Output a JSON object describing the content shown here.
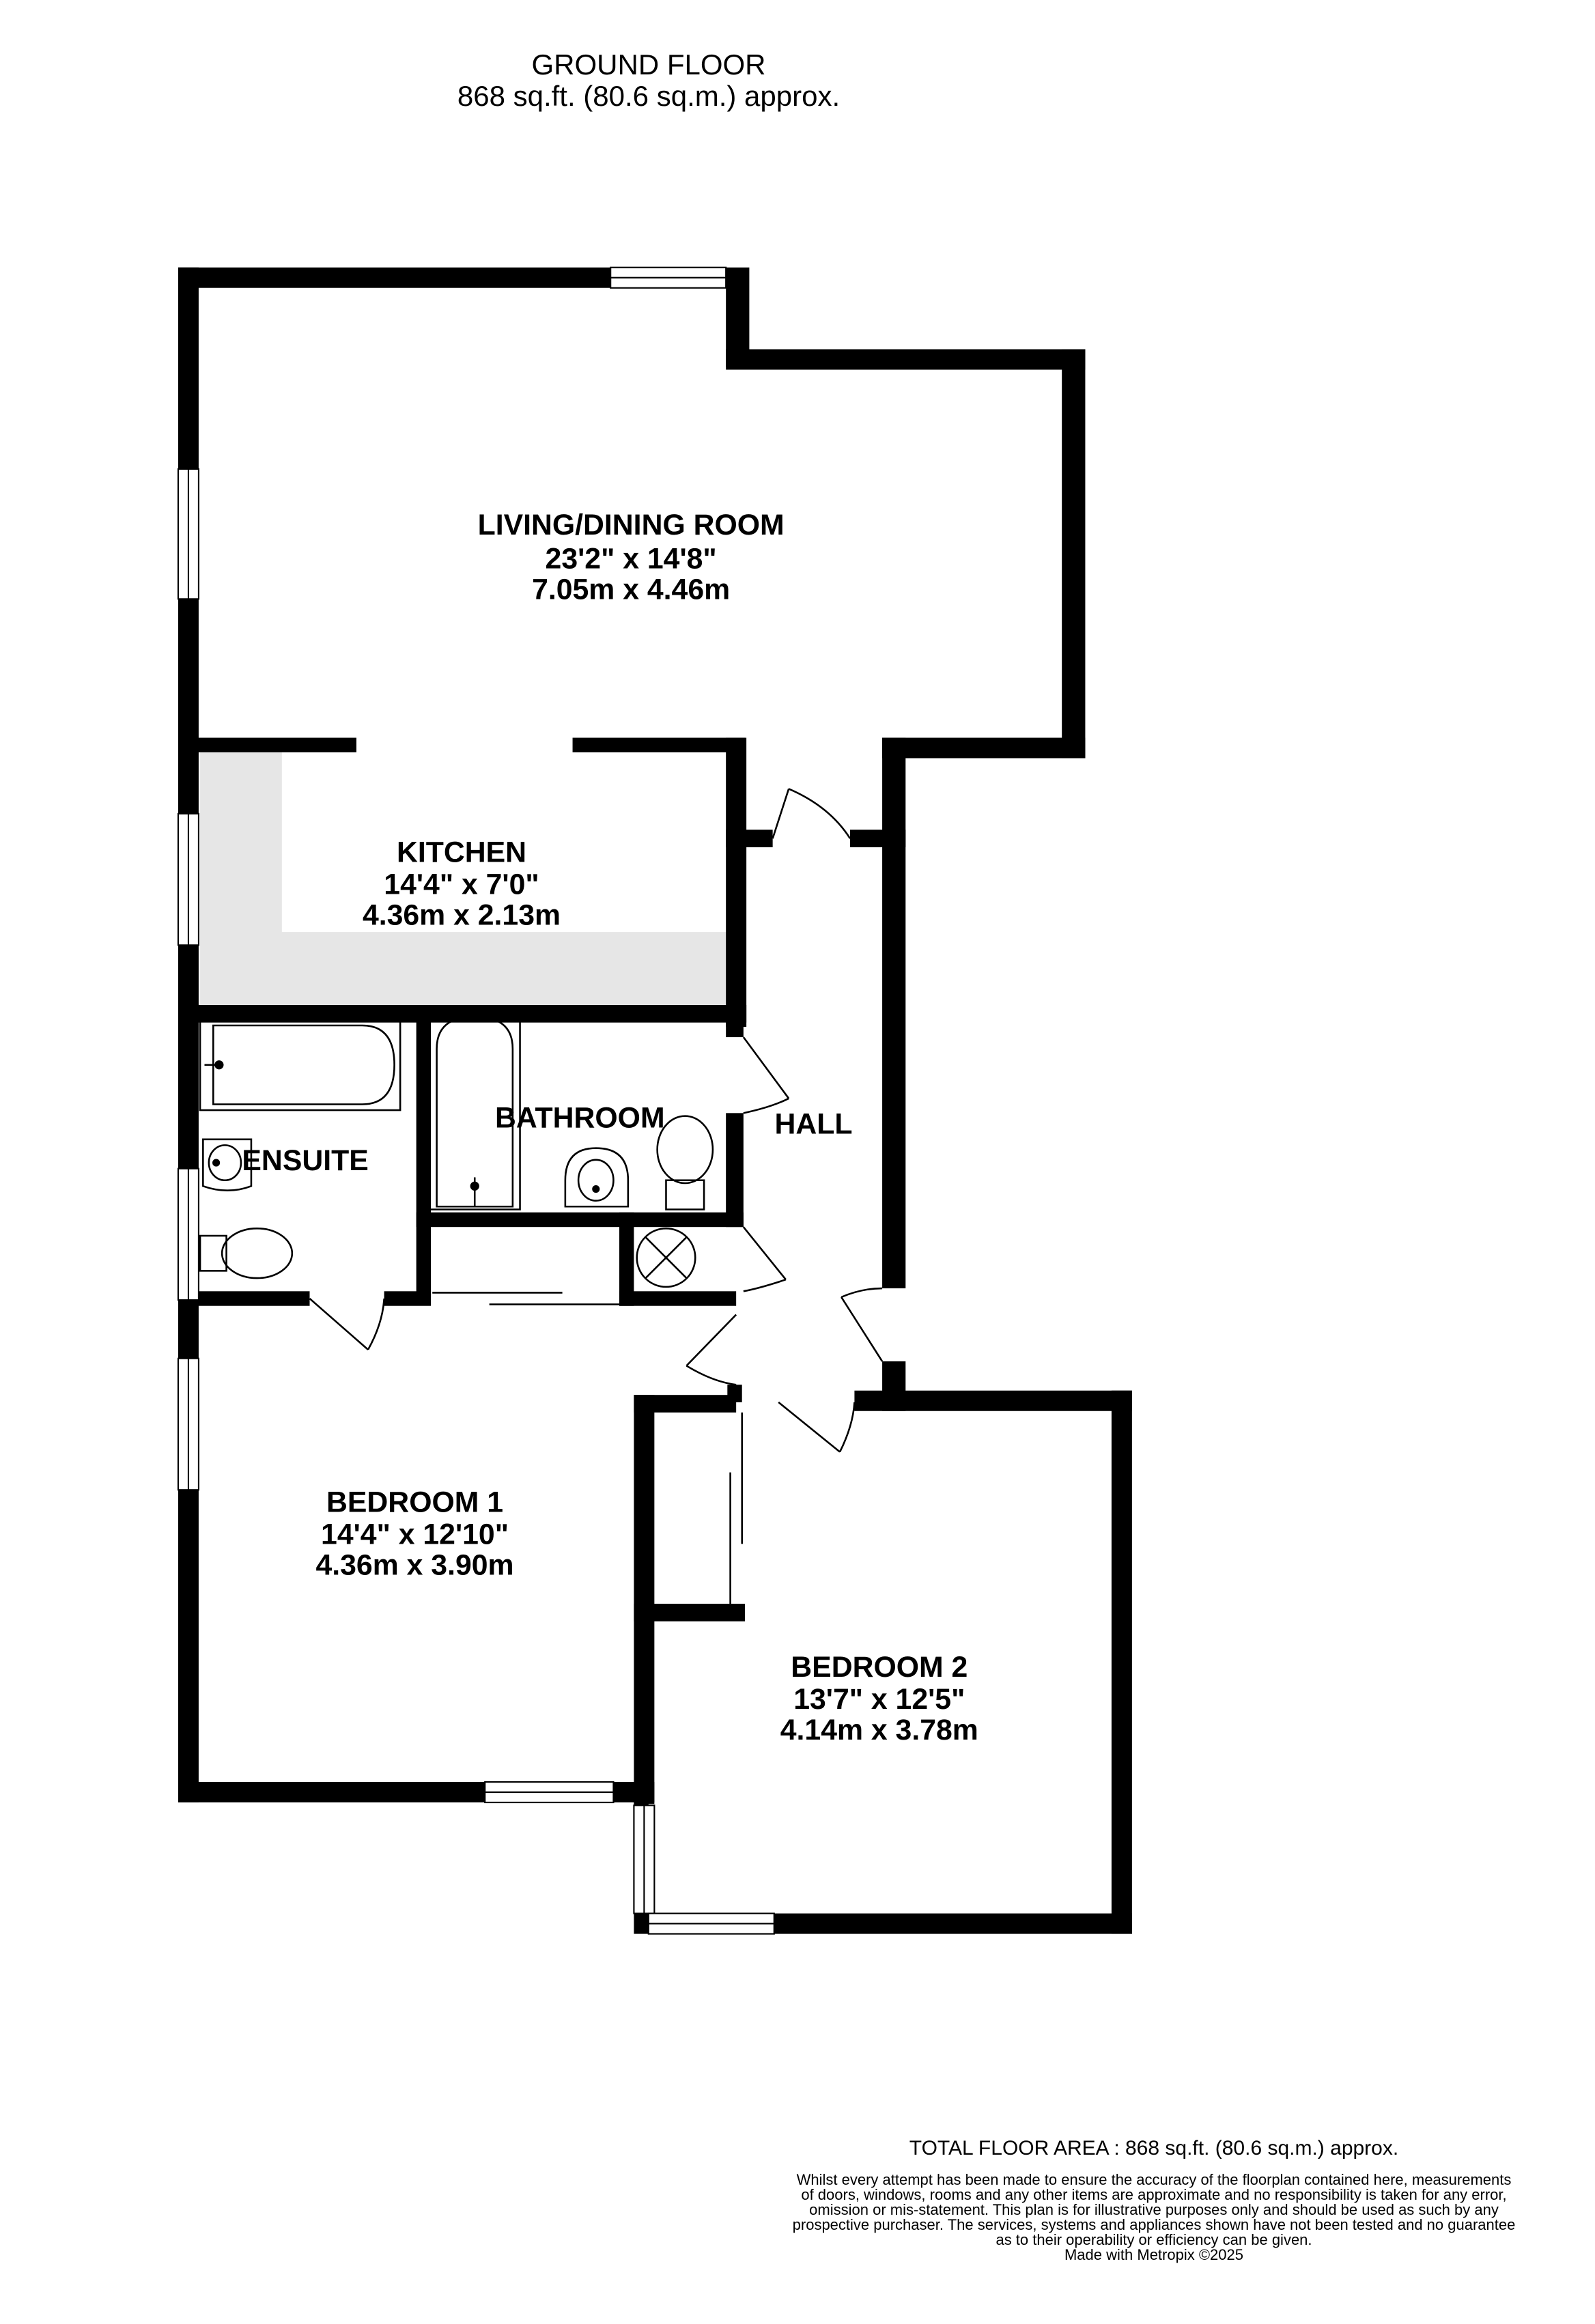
{
  "header": {
    "floor_name": "GROUND FLOOR",
    "floor_area": "868 sq.ft. (80.6 sq.m.) approx."
  },
  "rooms": {
    "living": {
      "name": "LIVING/DINING ROOM",
      "imperial": "23'2\"  x 14'8\"",
      "metric": "7.05m  x 4.46m"
    },
    "kitchen": {
      "name": "KITCHEN",
      "imperial": "14'4\"  x 7'0\"",
      "metric": "4.36m  x 2.13m"
    },
    "bathroom": {
      "name": "BATHROOM"
    },
    "ensuite": {
      "name": "ENSUITE"
    },
    "hall": {
      "name": "HALL"
    },
    "bedroom1": {
      "name": "BEDROOM 1",
      "imperial": "14'4\"  x 12'10\"",
      "metric": "4.36m  x 3.90m"
    },
    "bedroom2": {
      "name": "BEDROOM 2",
      "imperial": "13'7\"  x 12'5\"",
      "metric": "4.14m  x 3.78m"
    }
  },
  "footer": {
    "total_area": "TOTAL FLOOR AREA : 868 sq.ft. (80.6 sq.m.) approx.",
    "disclaimer_lines": [
      "Whilst every attempt has been made to ensure the accuracy of the floorplan contained here, measurements",
      "of doors, windows, rooms and any other items are approximate and no responsibility is taken for any error,",
      "omission or mis-statement. This plan is for illustrative purposes only and should be used as such by any",
      "prospective purchaser. The services, systems and appliances shown have not been tested and no guarantee",
      "as to their operability or efficiency can be given."
    ],
    "credit": "Made with Metropix ©2025"
  }
}
